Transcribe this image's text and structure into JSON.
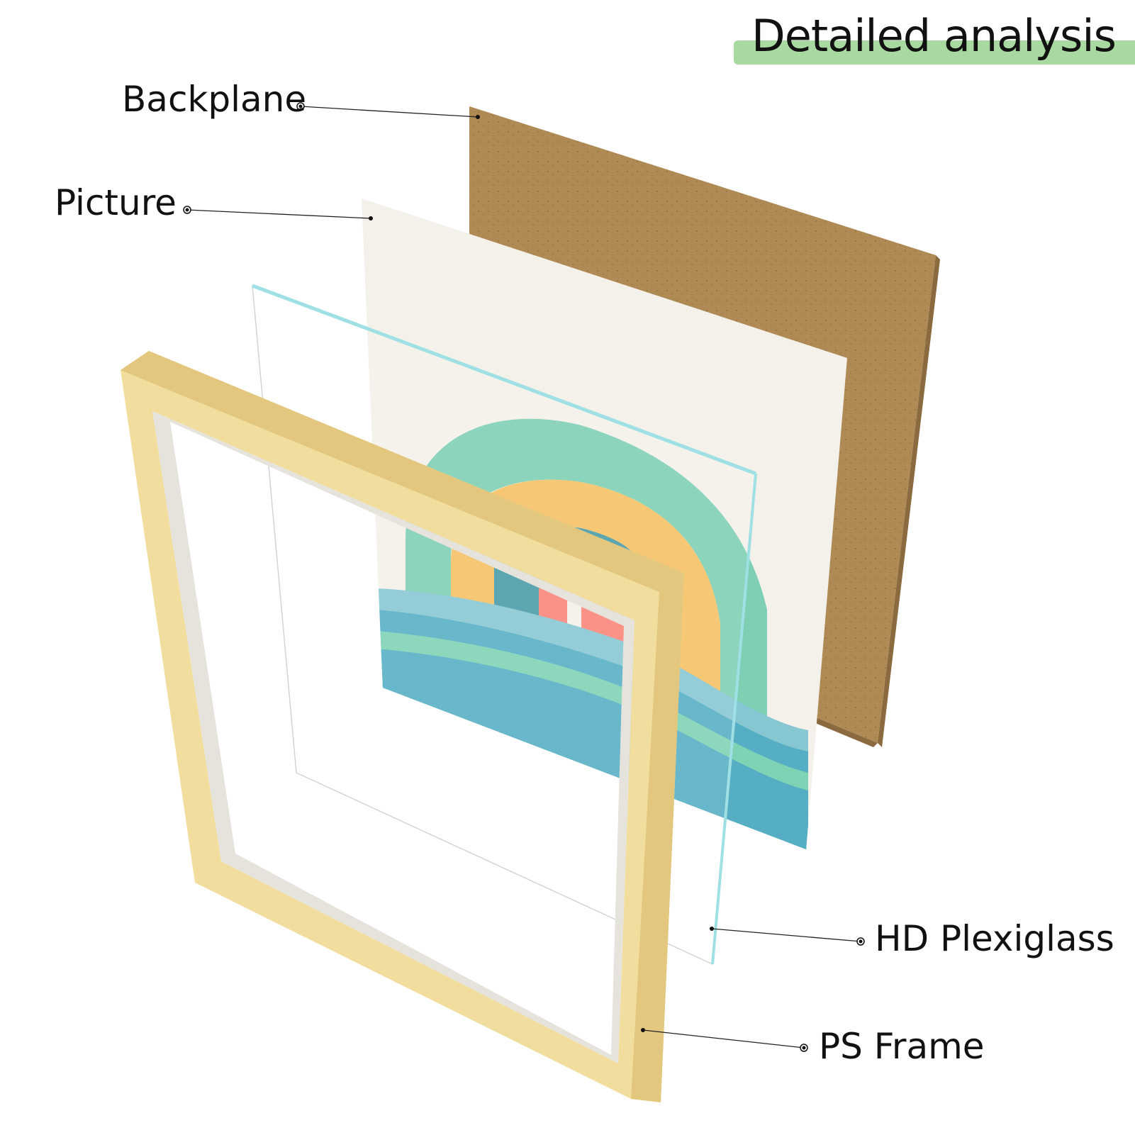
{
  "title": "Detailed analysis",
  "colors": {
    "title_band": "#A8D9A0",
    "backplane": "#B08A54",
    "backplane_edge": "#8A6A3E",
    "picture_bg": "#F4F1EA",
    "rainbow_outer": "#7ECFB4",
    "rainbow_yellow": "#F5C163",
    "rainbow_teal": "#459AA6",
    "rainbow_coral": "#FA8377",
    "wave_light": "#86C7D2",
    "wave_blue": "#55AEC4",
    "wave_green": "#7ED3B4",
    "plexiglass_edge": "#9FE0E4",
    "frame_wood": "#F1DE9E",
    "frame_wood_dark": "#E3C77E",
    "frame_inner": "#E6E3DC"
  },
  "labels": {
    "backplane": "Backplane",
    "picture": "Picture",
    "plexiglass": "HD Plexiglass",
    "frame": "PS Frame"
  }
}
